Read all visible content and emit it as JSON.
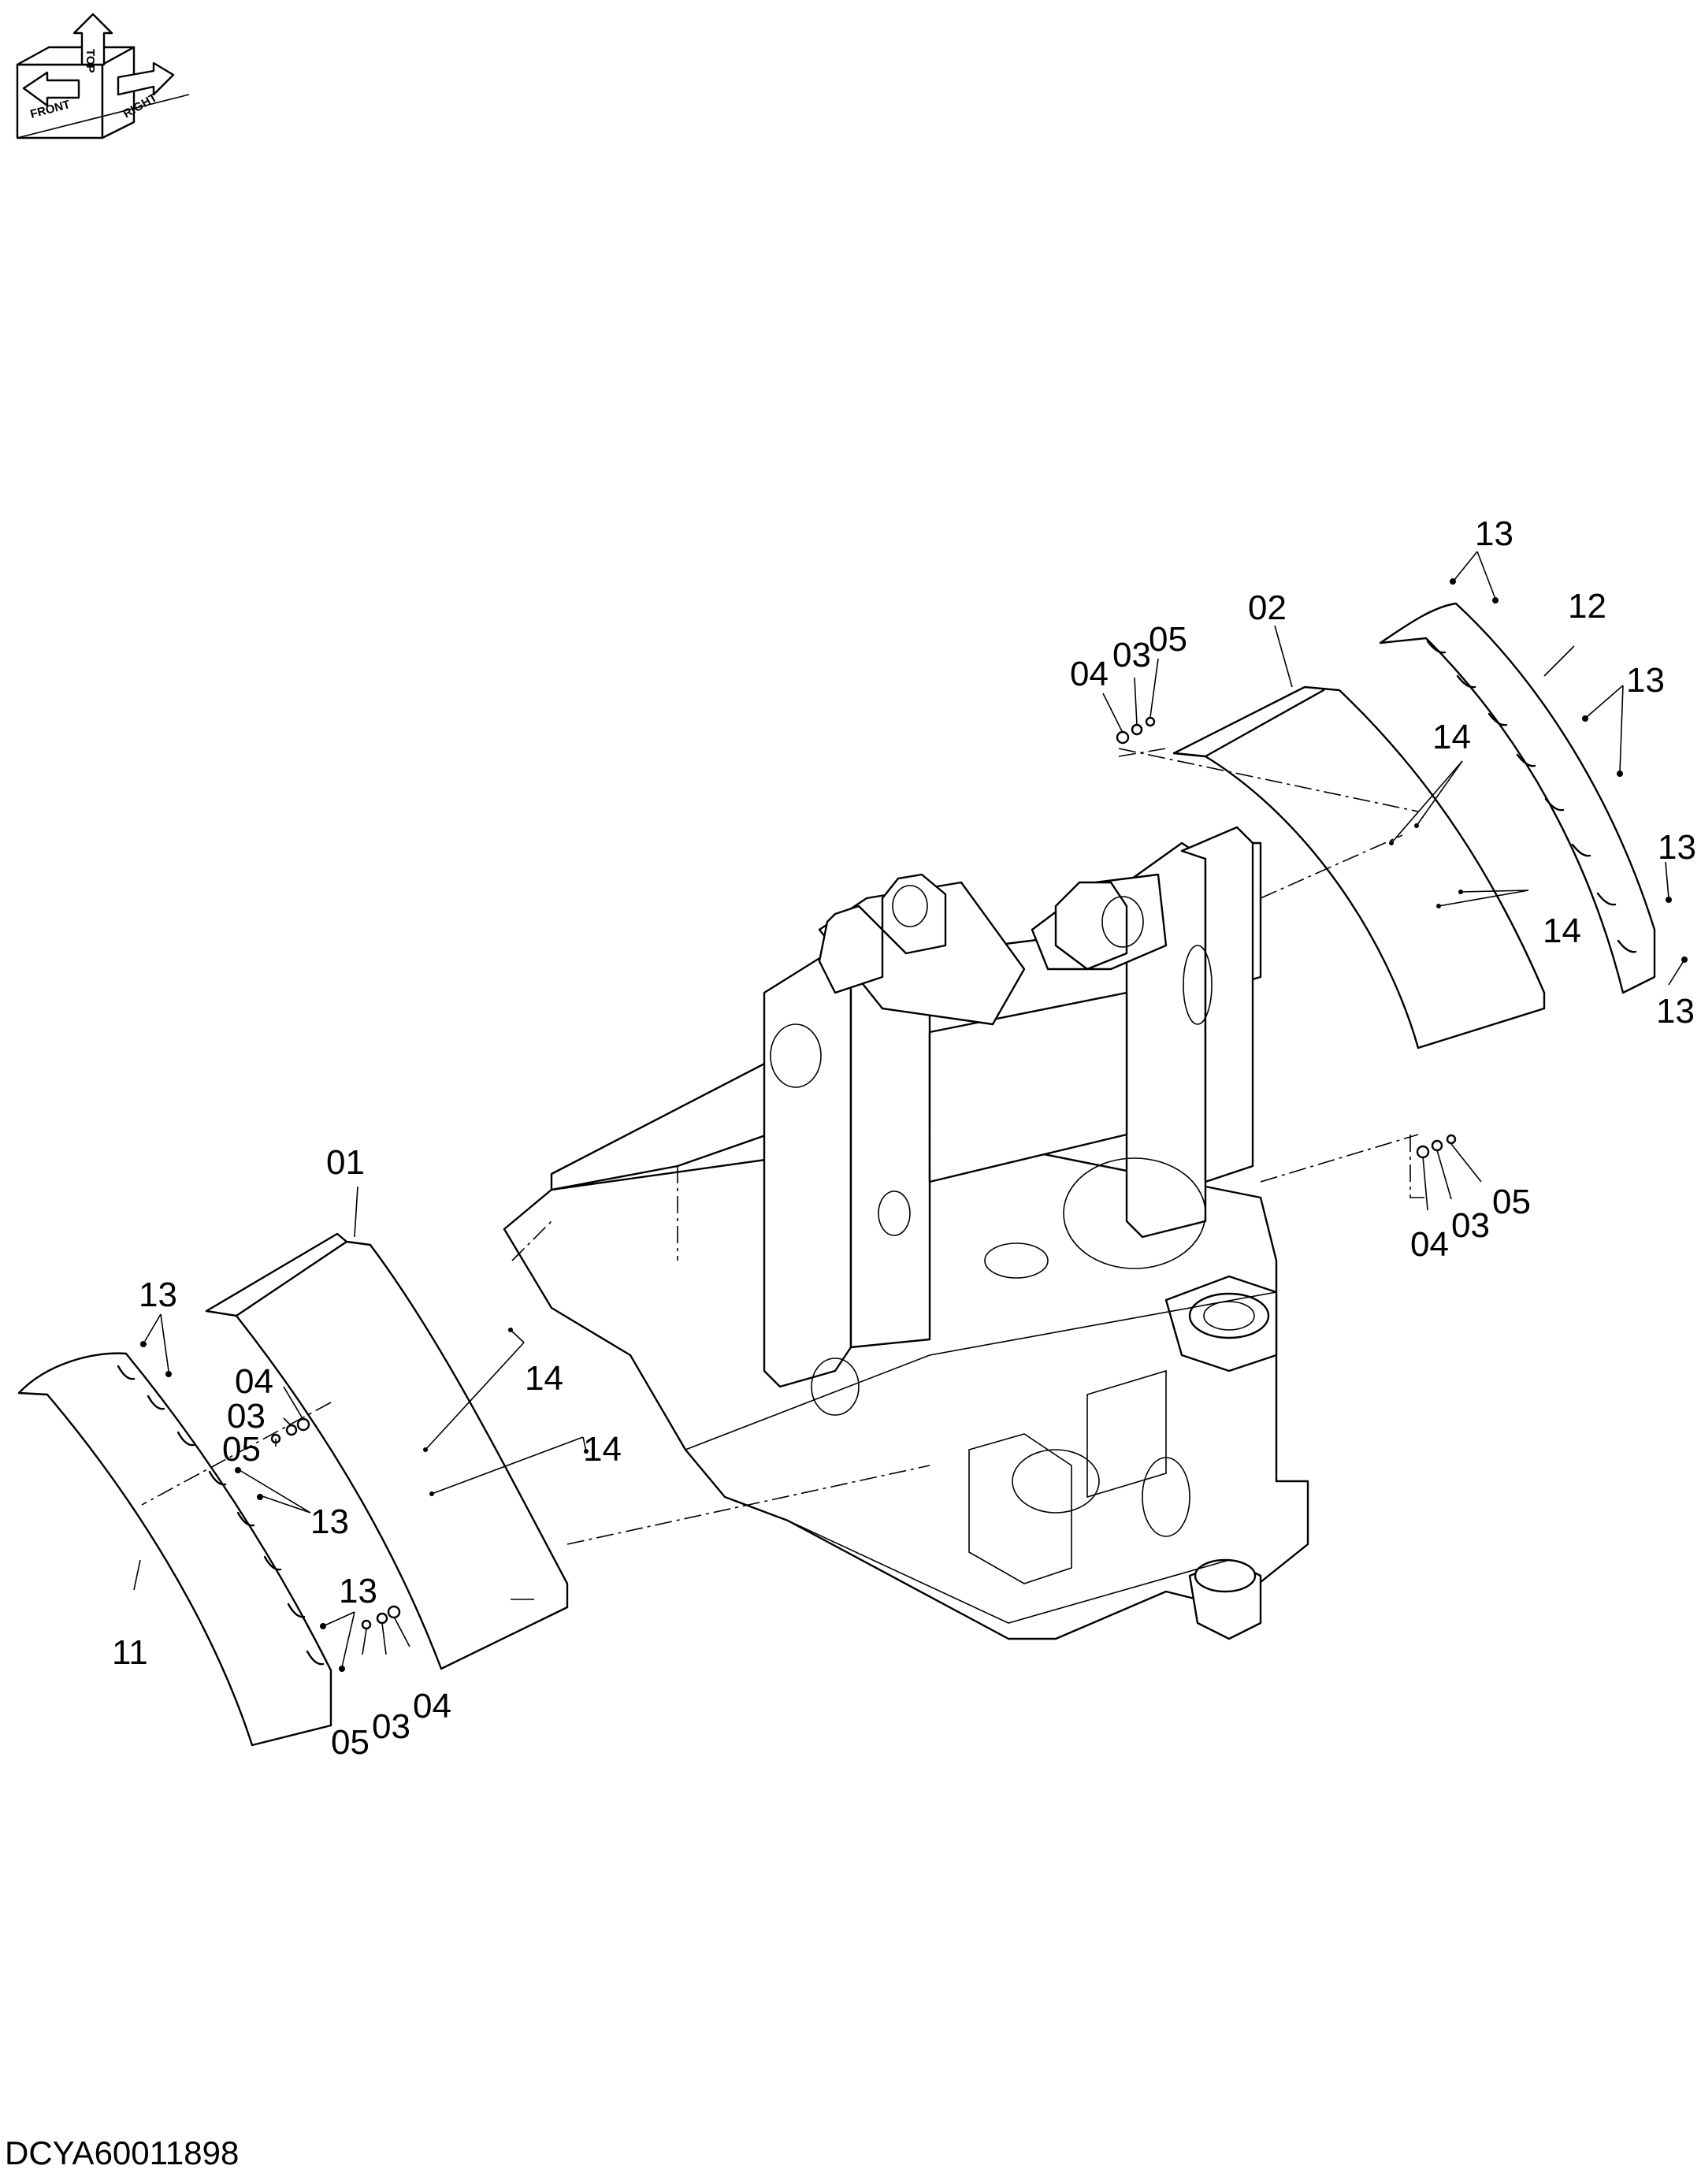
{
  "orientation_indicator": {
    "front": "FRONT",
    "top": "TOP",
    "right": "RIGHT",
    "icon": "3d-orientation-arrows-icon"
  },
  "callouts": {
    "c01": "01",
    "c02": "02",
    "c03_a": "03",
    "c03_b": "03",
    "c03_c": "03",
    "c04_a": "04",
    "c04_b": "04",
    "c04_c": "04",
    "c05_a": "05",
    "c05_b": "05",
    "c05_c": "05",
    "c11": "11",
    "c12": "12",
    "c13_a": "13",
    "c13_b": "13",
    "c13_c": "13",
    "c13_d": "13",
    "c13_e": "13",
    "c13_f": "13",
    "c13_g": "13",
    "c14_a": "14",
    "c14_b": "14",
    "c14_c": "14",
    "c14_d": "14"
  },
  "drawing_code": "DCYA60011898"
}
